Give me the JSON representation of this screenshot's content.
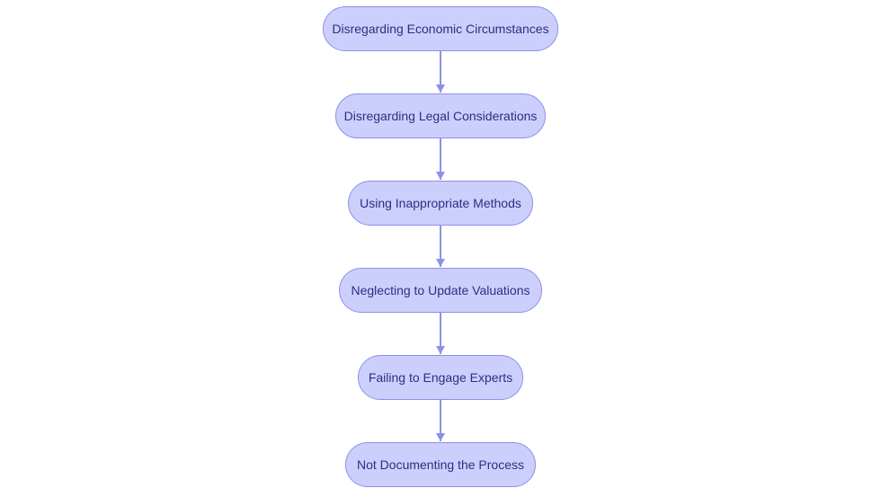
{
  "flowchart": {
    "colors": {
      "node_fill": "#cccffc",
      "node_border": "#8c91e6",
      "node_text": "#2b2f82",
      "connector": "#8c91e6"
    },
    "nodes": [
      {
        "label": "Disregarding Economic Circumstances"
      },
      {
        "label": "Disregarding Legal Considerations"
      },
      {
        "label": "Using Inappropriate Methods"
      },
      {
        "label": "Neglecting to Update Valuations"
      },
      {
        "label": "Failing to Engage Experts"
      },
      {
        "label": "Not Documenting the Process"
      }
    ],
    "edges": [
      {
        "from": 0,
        "to": 1
      },
      {
        "from": 1,
        "to": 2
      },
      {
        "from": 2,
        "to": 3
      },
      {
        "from": 3,
        "to": 4
      },
      {
        "from": 4,
        "to": 5
      }
    ]
  }
}
